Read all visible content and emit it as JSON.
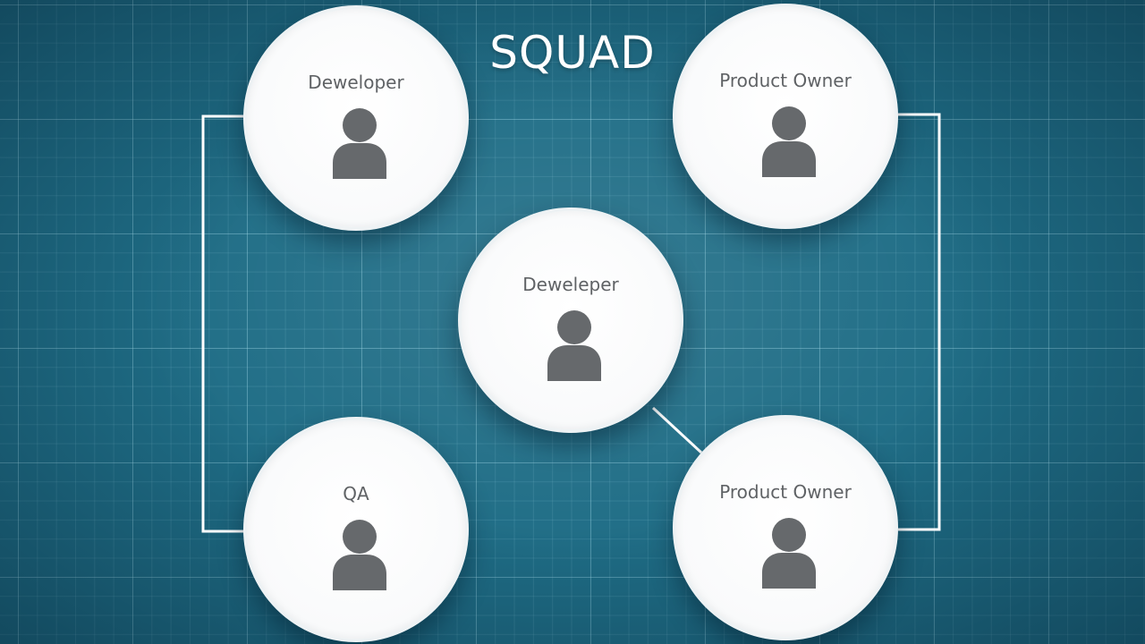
{
  "title": "SQUAD",
  "nodes": {
    "developer_top": {
      "label": "Deweloper",
      "icon": "person-icon"
    },
    "product_owner_top": {
      "label": "Product Owner",
      "icon": "person-icon"
    },
    "developer_center": {
      "label": "Deweleper",
      "icon": "person-icon"
    },
    "qa": {
      "label": "QA",
      "icon": "person-icon"
    },
    "product_owner_bottom": {
      "label": "Product Owner",
      "icon": "person-icon"
    }
  },
  "colors": {
    "background": "#1f6d86",
    "node_fill": "#ffffff",
    "node_text": "#5f6265",
    "icon": "#66696c",
    "connector": "#ffffff"
  }
}
